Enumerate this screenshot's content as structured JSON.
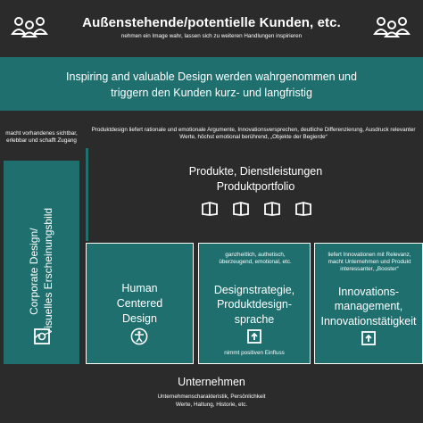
{
  "top": {
    "title": "Außenstehende/potentielle Kunden, etc.",
    "subtitle": "nehmen ein Image wahr, lassen sich zu weiteren Handlungen inspirieren",
    "left_icon": "group-people-icon",
    "right_icon": "group-people-icon"
  },
  "banner": {
    "line1": "Inspiring and valuable Design werden wahrgenommen und",
    "line2": "triggern den Kunden kurz- und langfristig"
  },
  "left_column": {
    "note": "macht vorhandenes sichtbar, erlebbar und schafft Zugang",
    "title_line1": "Corporate Design/",
    "title_line2": "Visuelles Erscheinungsbild",
    "icon": "image-frame-icon"
  },
  "product_note": "Produktdesign liefert rationale und emotionale Argumente, Innovationsversprechen, deutliche Differenzierung, Ausdruck relevanter Werte, höchst emotional berührend, „Objekte der Begierde“",
  "products": {
    "line1": "Produkte, Dienstleistungen",
    "line2": "Produktportfolio",
    "icons": [
      "box-icon",
      "box-icon",
      "box-icon",
      "box-icon"
    ]
  },
  "hcd": {
    "line1": "Human",
    "line2": "Centered",
    "line3": "Design",
    "icon": "accessibility-person-icon"
  },
  "strategy": {
    "note": "ganzheitlich, authetisch, überzeugend, emotional, etc.",
    "line1": "Designstrategie,",
    "line2": "Produktdesign-",
    "line3": "sprache",
    "icon": "upload-arrow-icon",
    "footer": "nimmt positiven Einfluss"
  },
  "innovation": {
    "note": "liefert Innovationen mit Relevanz, macht Unternehmen und Produkt interessanter, „Booster“",
    "line1": "Innovations-",
    "line2": "management,",
    "line3": "Innovationstätigkeit",
    "icon": "upload-arrow-icon"
  },
  "bottom": {
    "title": "Unternehmen",
    "line1": "Unternehmenscharakteristik, Persönlichkeit",
    "line2": "Werte, Haltung, Historie, etc."
  },
  "colors": {
    "dark": "#2b2b2b",
    "teal": "#1f6f6f",
    "white": "#ffffff"
  }
}
